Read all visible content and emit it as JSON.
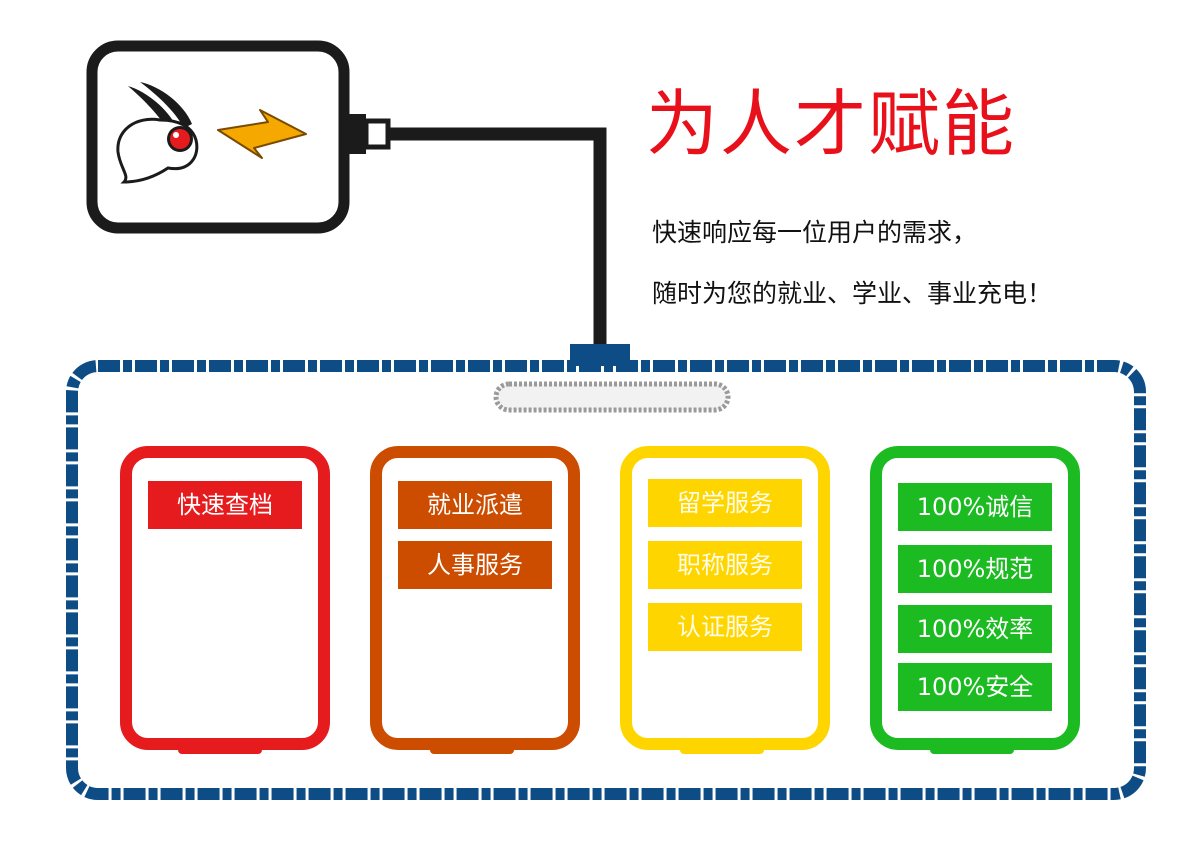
{
  "headline": "为人才赋能",
  "tagline": {
    "line1": "快速响应每一位用户的需求，",
    "line2": "随时为您的就业、学业、事业充电！"
  },
  "colors": {
    "headline": "#e8101a",
    "tray_border": "#0e4c86",
    "red": "#e61b1e",
    "orange": "#cc4c00",
    "yellow": "#ffd500",
    "green": "#1cbb21",
    "bolt": "#f5a800",
    "rabbit_eye": "#e61b1e"
  },
  "logo": {
    "icon": "rabbit-icon",
    "bolt_icon": "lightning-bolt-icon"
  },
  "batteries": [
    {
      "color": "red",
      "tags": [
        "快速查档"
      ]
    },
    {
      "color": "orange",
      "tags": [
        "就业派遣",
        "人事服务"
      ]
    },
    {
      "color": "yellow",
      "tags": [
        "留学服务",
        "职称服务",
        "认证服务"
      ]
    },
    {
      "color": "green",
      "tags": [
        "100%诚信",
        "100%规范",
        "100%效率",
        "100%安全"
      ]
    }
  ]
}
